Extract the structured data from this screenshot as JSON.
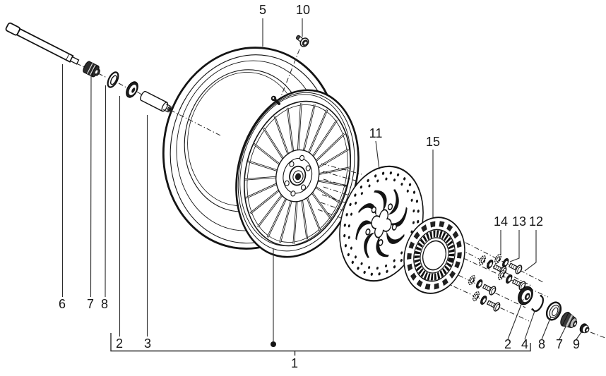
{
  "diagram": {
    "background": "#ffffff",
    "outline_color": "#141414",
    "leader_color": "#2b2b2b"
  },
  "callouts": {
    "c1": {
      "label": "1"
    },
    "c2_left": {
      "label": "2"
    },
    "c2_right": {
      "label": "2"
    },
    "c3": {
      "label": "3"
    },
    "c4": {
      "label": "4"
    },
    "c5": {
      "label": "5"
    },
    "c6": {
      "label": "6"
    },
    "c7_left": {
      "label": "7"
    },
    "c7_right": {
      "label": "7"
    },
    "c8_left": {
      "label": "8"
    },
    "c8_right": {
      "label": "8"
    },
    "c9": {
      "label": "9"
    },
    "c10": {
      "label": "10"
    },
    "c11": {
      "label": "11"
    },
    "c12": {
      "label": "12"
    },
    "c13": {
      "label": "13"
    },
    "c14": {
      "label": "14"
    },
    "c15": {
      "label": "15"
    }
  }
}
